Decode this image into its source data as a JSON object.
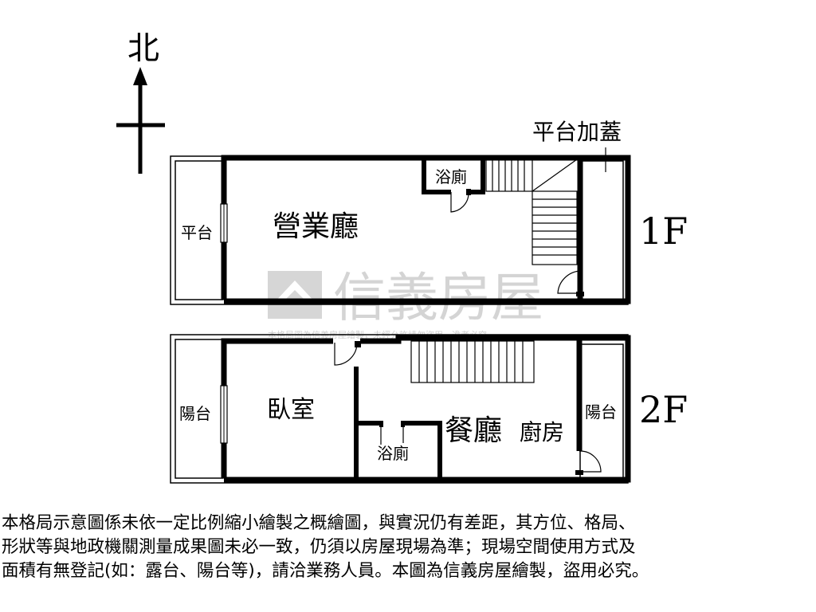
{
  "compass": {
    "north_label": "北"
  },
  "floor1": {
    "floor_label": "1F",
    "rooms": {
      "business_hall": "營業廳",
      "bathroom": "浴廁",
      "platform": "平台",
      "platform_addition": "平台加蓋"
    }
  },
  "floor2": {
    "floor_label": "2F",
    "rooms": {
      "bedroom": "臥室",
      "dining": "餐廳",
      "kitchen": "廚房",
      "bathroom": "浴廁",
      "balcony_left": "陽台",
      "balcony_right": "陽台"
    }
  },
  "watermark": {
    "brand": "信義房屋",
    "note": "本格局圖為信義房屋繪製，未經允許請勿盜用，違者必究"
  },
  "disclaimer": {
    "lines": [
      "本格局示意圖係未依一定比例縮小繪製之概繪圖，與實況仍有差距，其方位、格局、",
      "形狀等與地政機關測量成果圖未必一致，仍須以房屋現場為準；現場空間使用方式及",
      "面積有無登記(如：露台、陽台等)，請洽業務人員。本圖為信義房屋繪製，盜用必究。"
    ]
  }
}
